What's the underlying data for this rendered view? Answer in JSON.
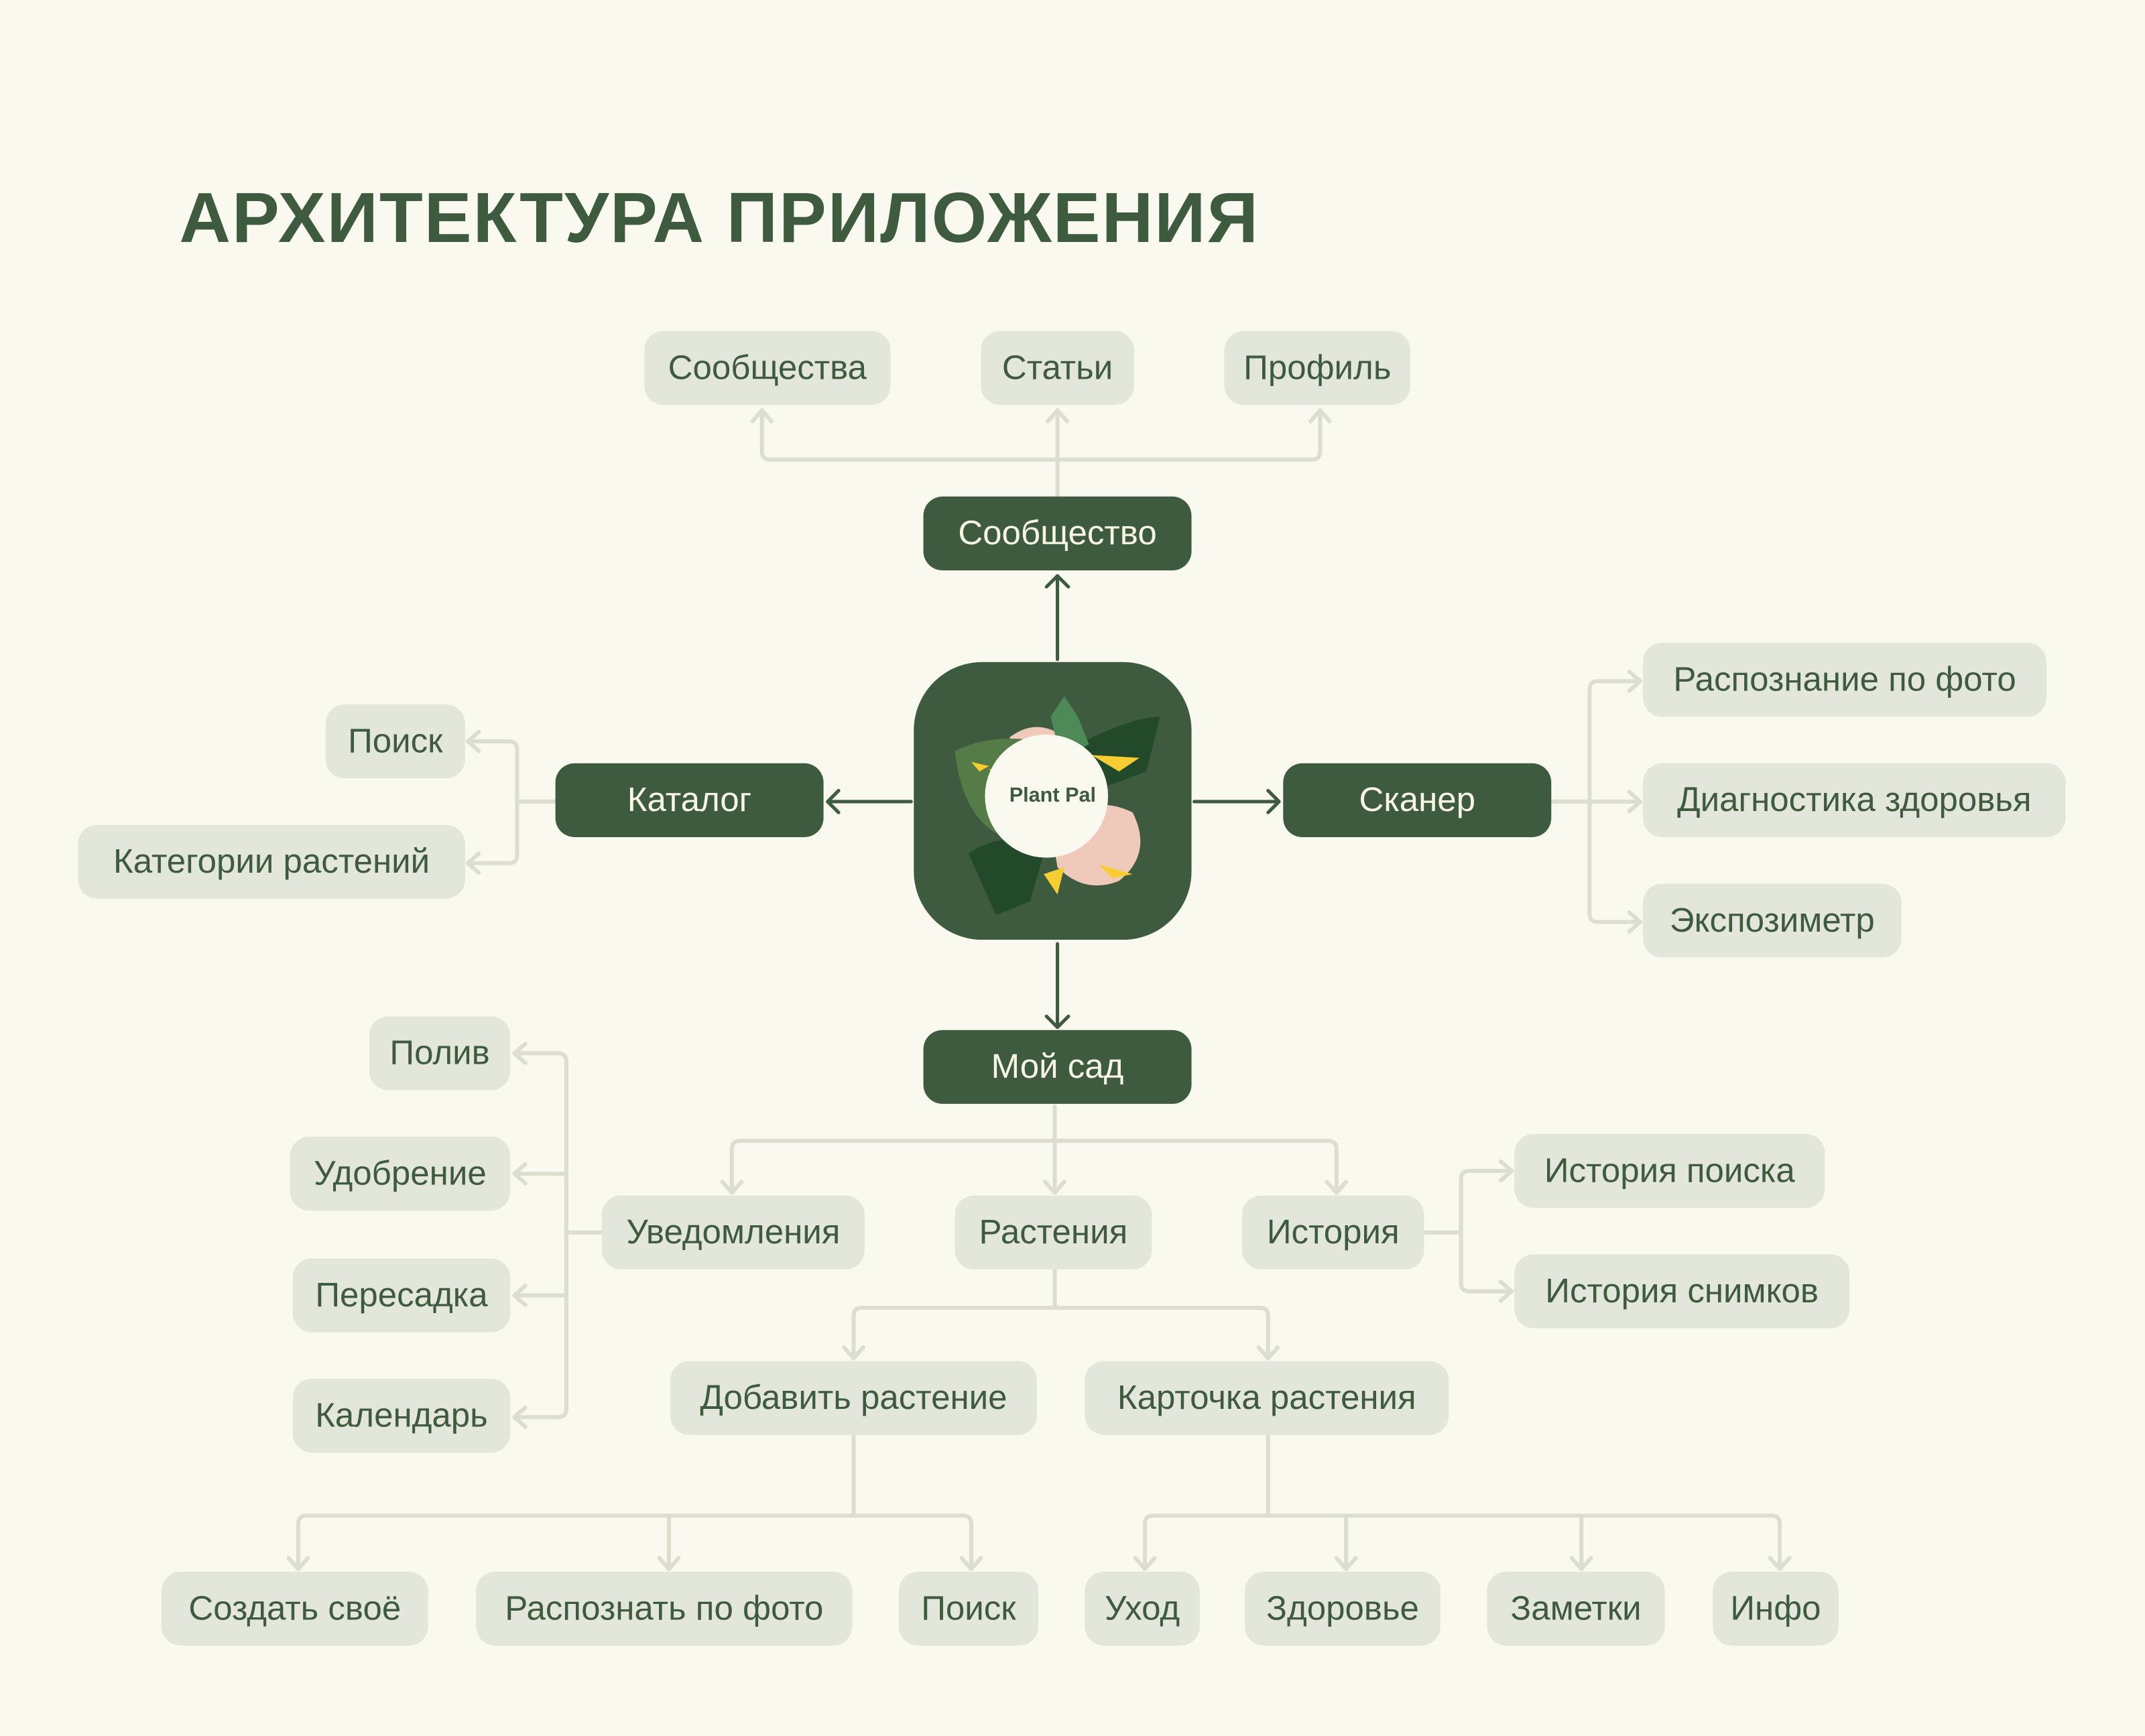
{
  "title": "АРХИТЕКТУРА ПРИЛОЖЕНИЯ",
  "logo": {
    "text": "Plant Pal"
  },
  "community": {
    "label": "Сообщество",
    "children": [
      "Сообщества",
      "Статьи",
      "Профиль"
    ]
  },
  "catalog": {
    "label": "Каталог",
    "children": [
      "Поиск",
      "Категории растений"
    ]
  },
  "scanner": {
    "label": "Сканер",
    "children": [
      "Распознание по фото",
      "Диагностика здоровья",
      "Экспозиметр"
    ]
  },
  "garden": {
    "label": "Мой сад",
    "notifications": {
      "label": "Уведомления",
      "children": [
        "Полив",
        "Удобрение",
        "Пересадка",
        "Календарь"
      ]
    },
    "plants": {
      "label": "Растения",
      "add_plant": {
        "label": "Добавить растение",
        "children": [
          "Создать своё",
          "Распознать по фото",
          "Поиск"
        ]
      },
      "plant_card": {
        "label": "Карточка растения",
        "children": [
          "Уход",
          "Здоровье",
          "Заметки",
          "Инфо"
        ]
      }
    },
    "history": {
      "label": "История",
      "children": [
        "История поиска",
        "История снимков"
      ]
    }
  },
  "colors": {
    "primary": "#3e5b40",
    "node_light": "#e3e6da",
    "background": "#f9f9f0",
    "connector": "#dcdfd0"
  }
}
